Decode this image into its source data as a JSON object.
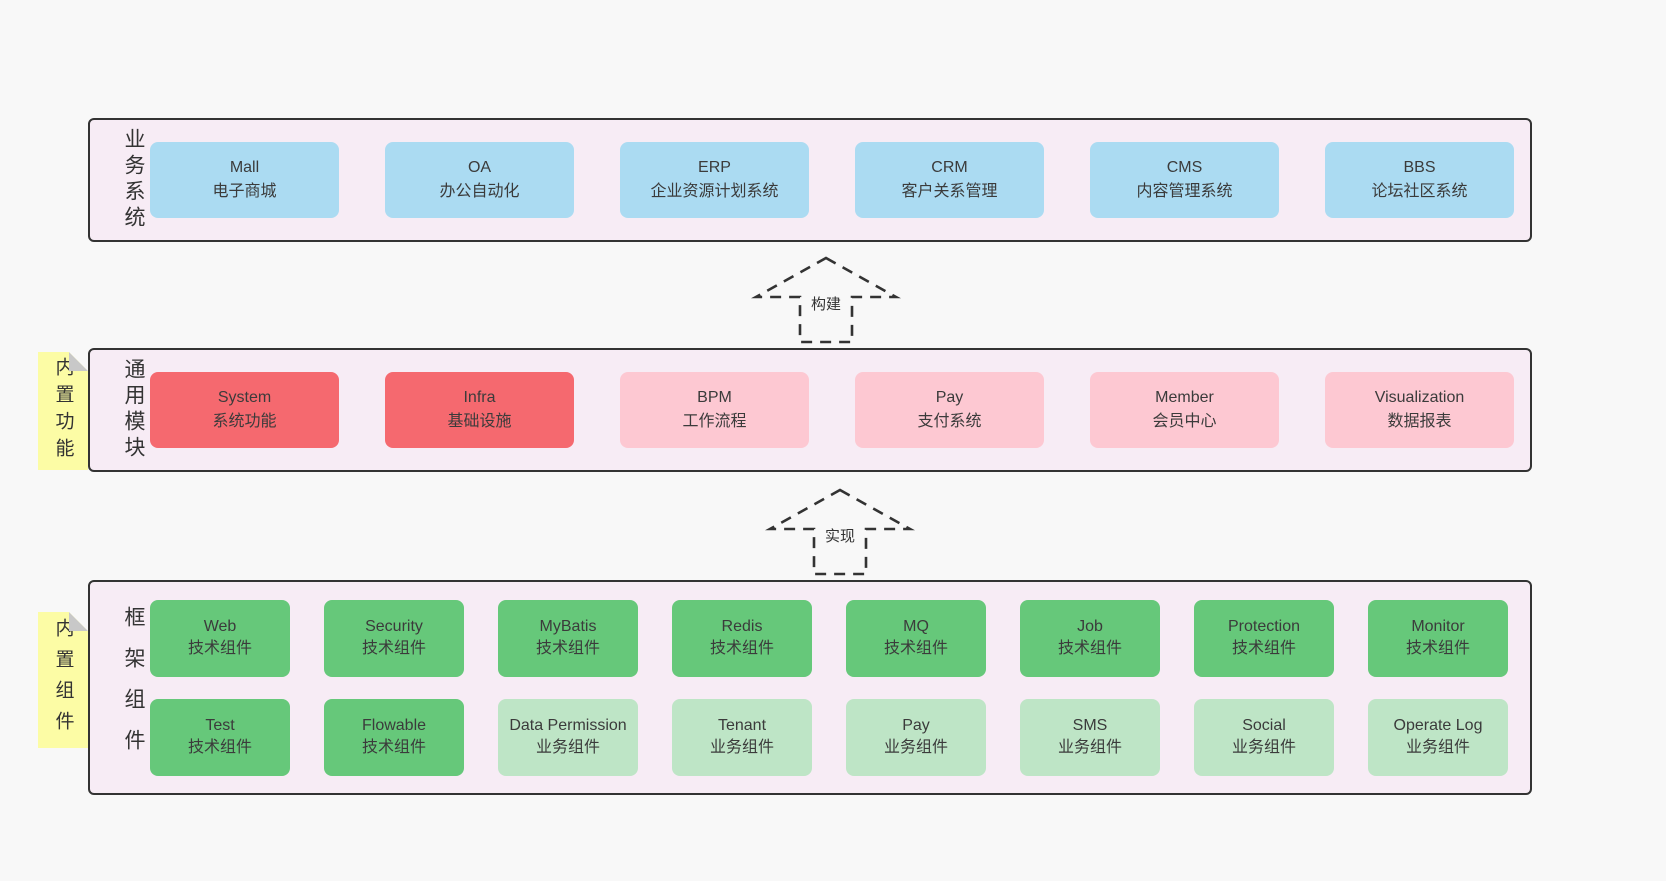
{
  "colors": {
    "page_bg": "#f8f8f8",
    "container_bg": "#f7ecf5",
    "container_border": "#333333",
    "business_box": "#abdbf2",
    "core_module_box": "#f5696f",
    "module_box": "#fdc8d2",
    "tech_component_box": "#66c87a",
    "biz_component_box": "#bee5c6",
    "sticky_note": "#fcfca5",
    "sticky_fold": "#c8c8c8",
    "text": "#3b3b3b"
  },
  "arrows": [
    {
      "label": "构建"
    },
    {
      "label": "实现"
    }
  ],
  "layers": {
    "business": {
      "label": "业务系统",
      "boxes": [
        {
          "name": "Mall",
          "desc": "电子商城"
        },
        {
          "name": "OA",
          "desc": "办公自动化"
        },
        {
          "name": "ERP",
          "desc": "企业资源计划系统"
        },
        {
          "name": "CRM",
          "desc": "客户关系管理"
        },
        {
          "name": "CMS",
          "desc": "内容管理系统"
        },
        {
          "name": "BBS",
          "desc": "论坛社区系统"
        }
      ]
    },
    "modules": {
      "sticky": "内置功能",
      "label": "通用模块",
      "boxes": [
        {
          "name": "System",
          "desc": "系统功能"
        },
        {
          "name": "Infra",
          "desc": "基础设施"
        },
        {
          "name": "BPM",
          "desc": "工作流程"
        },
        {
          "name": "Pay",
          "desc": "支付系统"
        },
        {
          "name": "Member",
          "desc": "会员中心"
        },
        {
          "name": "Visualization",
          "desc": "数据报表"
        }
      ]
    },
    "components": {
      "sticky": "内置组件",
      "label": "框架组件",
      "row1": [
        {
          "name": "Web",
          "desc": "技术组件"
        },
        {
          "name": "Security",
          "desc": "技术组件"
        },
        {
          "name": "MyBatis",
          "desc": "技术组件"
        },
        {
          "name": "Redis",
          "desc": "技术组件"
        },
        {
          "name": "MQ",
          "desc": "技术组件"
        },
        {
          "name": "Job",
          "desc": "技术组件"
        },
        {
          "name": "Protection",
          "desc": "技术组件"
        },
        {
          "name": "Monitor",
          "desc": "技术组件"
        }
      ],
      "row2": [
        {
          "name": "Test",
          "desc": "技术组件"
        },
        {
          "name": "Flowable",
          "desc": "技术组件"
        },
        {
          "name": "Data Permission",
          "desc": "业务组件"
        },
        {
          "name": "Tenant",
          "desc": "业务组件"
        },
        {
          "name": "Pay",
          "desc": "业务组件"
        },
        {
          "name": "SMS",
          "desc": "业务组件"
        },
        {
          "name": "Social",
          "desc": "业务组件"
        },
        {
          "name": "Operate Log",
          "desc": "业务组件"
        }
      ]
    }
  }
}
